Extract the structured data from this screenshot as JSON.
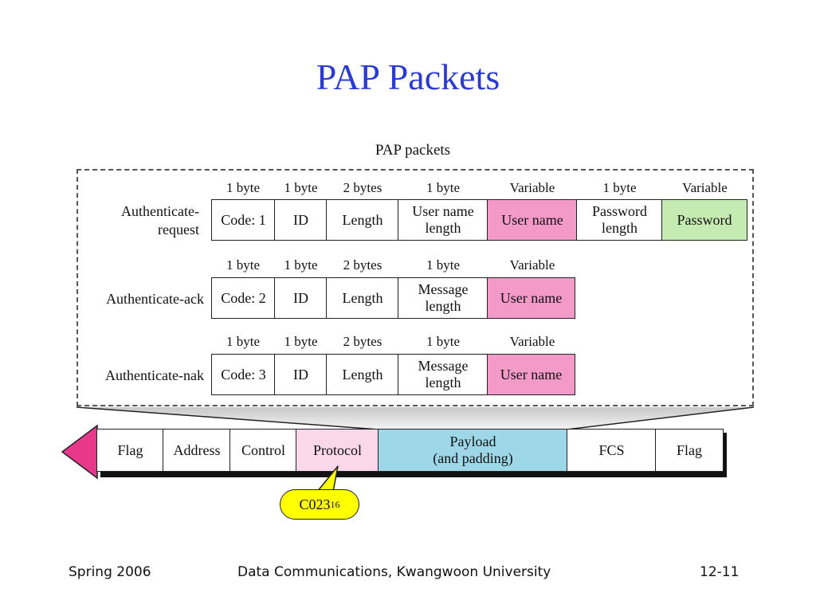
{
  "slide_title": "PAP Packets",
  "diagram_title": "PAP packets",
  "packets": [
    {
      "label_lines": [
        "Authenticate-",
        "request"
      ],
      "sizes": [
        "1 byte",
        "1 byte",
        "2 bytes",
        "1 byte",
        "Variable",
        "1 byte",
        "Variable"
      ],
      "fields": [
        {
          "lines": [
            "Code: 1"
          ],
          "fill": "white"
        },
        {
          "lines": [
            "ID"
          ],
          "fill": "white"
        },
        {
          "lines": [
            "Length"
          ],
          "fill": "white"
        },
        {
          "lines": [
            "User name",
            "length"
          ],
          "fill": "white"
        },
        {
          "lines": [
            "User name"
          ],
          "fill": "pink"
        },
        {
          "lines": [
            "Password",
            "length"
          ],
          "fill": "white"
        },
        {
          "lines": [
            "Password"
          ],
          "fill": "green"
        }
      ]
    },
    {
      "label_lines": [
        "Authenticate-ack"
      ],
      "sizes": [
        "1 byte",
        "1 byte",
        "2 bytes",
        "1 byte",
        "Variable"
      ],
      "fields": [
        {
          "lines": [
            "Code: 2"
          ],
          "fill": "white"
        },
        {
          "lines": [
            "ID"
          ],
          "fill": "white"
        },
        {
          "lines": [
            "Length"
          ],
          "fill": "white"
        },
        {
          "lines": [
            "Message",
            "length"
          ],
          "fill": "white"
        },
        {
          "lines": [
            "User name"
          ],
          "fill": "pink"
        }
      ]
    },
    {
      "label_lines": [
        "Authenticate-nak"
      ],
      "sizes": [
        "1 byte",
        "1 byte",
        "2 bytes",
        "1 byte",
        "Variable"
      ],
      "fields": [
        {
          "lines": [
            "Code: 3"
          ],
          "fill": "white"
        },
        {
          "lines": [
            "ID"
          ],
          "fill": "white"
        },
        {
          "lines": [
            "Length"
          ],
          "fill": "white"
        },
        {
          "lines": [
            "Message",
            "length"
          ],
          "fill": "white"
        },
        {
          "lines": [
            "User name"
          ],
          "fill": "pink"
        }
      ]
    }
  ],
  "frame_fields": [
    {
      "lines": [
        "Flag"
      ],
      "fill": "white"
    },
    {
      "lines": [
        "Address"
      ],
      "fill": "white"
    },
    {
      "lines": [
        "Control"
      ],
      "fill": "white"
    },
    {
      "lines": [
        "Protocol"
      ],
      "fill": "light-pink"
    },
    {
      "lines": [
        "Payload",
        "(and padding)"
      ],
      "fill": "light-blue"
    },
    {
      "lines": [
        "FCS"
      ],
      "fill": "white"
    },
    {
      "lines": [
        "Flag"
      ],
      "fill": "white"
    }
  ],
  "protocol_callout": {
    "value": "C023",
    "subscript": "16"
  },
  "footer": {
    "left": "Spring 2006",
    "center": "Data Communications, Kwangwoon University",
    "right": "12-11"
  },
  "colors": {
    "title": "#2b3bd1",
    "pink_field": "#f49ac8",
    "green_field": "#c5eab2",
    "protocol_field": "#fbd7ea",
    "payload_field": "#9ed8e8",
    "arrow": "#e8388c",
    "callout": "#ffff00"
  }
}
